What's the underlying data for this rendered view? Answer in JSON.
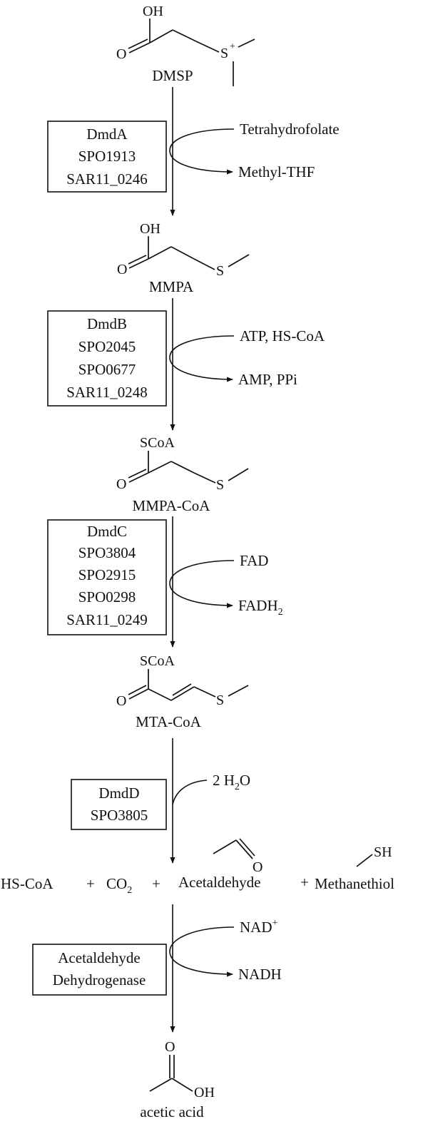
{
  "molecules": {
    "dmsp": {
      "name": "DMSP",
      "atom_oh": "OH",
      "atom_o": "O",
      "atom_s": "S",
      "charge": "+"
    },
    "mmpa": {
      "name": "MMPA",
      "atom_oh": "OH",
      "atom_o": "O",
      "atom_s": "S"
    },
    "mmpa_coa": {
      "name": "MMPA-CoA",
      "atom_scoa": "SCoA",
      "atom_o": "O",
      "atom_s": "S"
    },
    "mta_coa": {
      "name": "MTA-CoA",
      "atom_scoa": "SCoA",
      "atom_o": "O",
      "atom_s": "S"
    },
    "acetic_acid": {
      "name": "acetic acid",
      "atom_o": "O",
      "atom_oh": "OH"
    }
  },
  "enzymes": {
    "dmda": [
      "DmdA",
      "SPO1913",
      "SAR11_0246"
    ],
    "dmdb": [
      "DmdB",
      "SPO2045",
      "SPO0677",
      "SAR11_0248"
    ],
    "dmdc": [
      "DmdC",
      "SPO3804",
      "SPO2915",
      "SPO0298",
      "SAR11_0249"
    ],
    "dmdd": [
      "DmdD",
      "SPO3805"
    ],
    "ald": [
      "Acetaldehyde",
      "Dehydrogenase"
    ]
  },
  "cofactors": {
    "step1_in": "Tetrahydrofolate",
    "step1_out": "Methyl-THF",
    "step2_in": "ATP, HS-CoA",
    "step2_out": "AMP, PPi",
    "step3_in": "FAD",
    "step3_out_base": "FADH",
    "step3_out_sub": "2",
    "step4_in_base": "2 H",
    "step4_in_sub": "2",
    "step4_in_tail": "O",
    "step5_in_base": "NAD",
    "step5_in_sup": "+",
    "step5_out": "NADH"
  },
  "products_row": {
    "hscoa": "HS-CoA",
    "plus1": "+",
    "co2_base": "CO",
    "co2_sub": "2",
    "plus2": "+",
    "acetaldehyde": "Acetaldehyde",
    "plus3": "+",
    "methanethiol": "Methanethiol",
    "acetaldehyde_o": "O",
    "methanethiol_sh": "SH"
  }
}
